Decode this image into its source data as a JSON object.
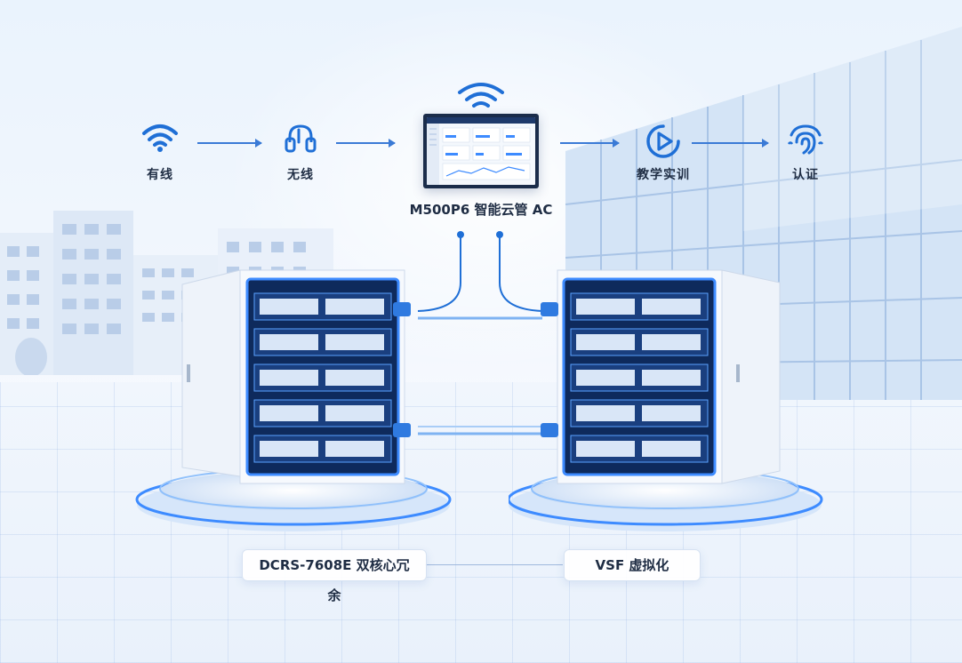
{
  "flow": {
    "nodes": [
      {
        "label": "有线",
        "icon": "wifi-icon"
      },
      {
        "label": "无线",
        "icon": "headset-icon"
      },
      {
        "label": "M500P6 智能云管 AC",
        "icon": "monitor-icon"
      },
      {
        "label": "教学实训",
        "icon": "play-icon"
      },
      {
        "label": "认证",
        "icon": "fingerprint-icon"
      }
    ]
  },
  "hardware": {
    "left_badge": "DCRS-7608E 双核心冗余",
    "right_badge": "VSF 虚拟化"
  },
  "colors": {
    "accent": "#1f6fd6",
    "glow": "#3d8bff",
    "text": "#1f2d44"
  }
}
